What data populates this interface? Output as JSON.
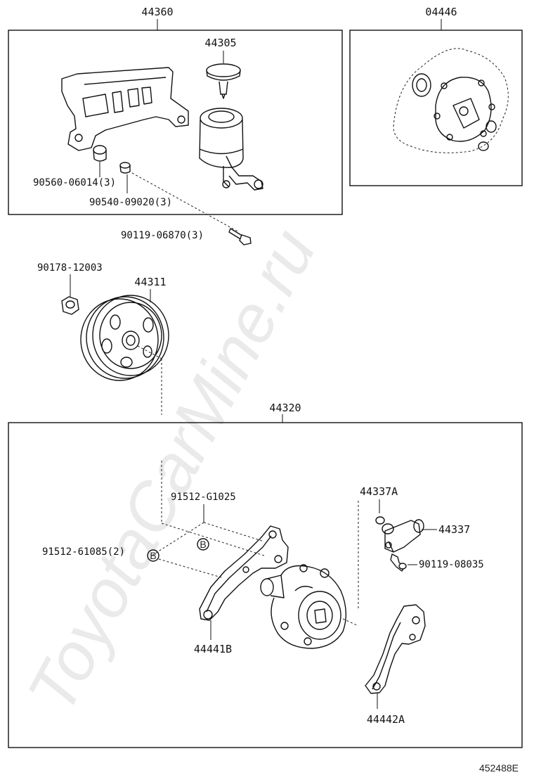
{
  "watermark": "ToyotaCarMine.ru",
  "drawing_code": "452488E",
  "marker": "B",
  "labels": {
    "l44360": "44360",
    "l44305": "44305",
    "l04446": "04446",
    "l90560": "90560-06014(3)",
    "l90540": "90540-09020(3)",
    "l90119a": "90119-06870(3)",
    "l90178": "90178-12003",
    "l44311": "44311",
    "l44320": "44320",
    "l91512g": "91512-G1025",
    "l91512_6": "91512-61085(2)",
    "l44441b": "44441B",
    "l44337a": "44337A",
    "l44337": "44337",
    "l90119b": "90119-08035",
    "l44442a": "44442A"
  }
}
